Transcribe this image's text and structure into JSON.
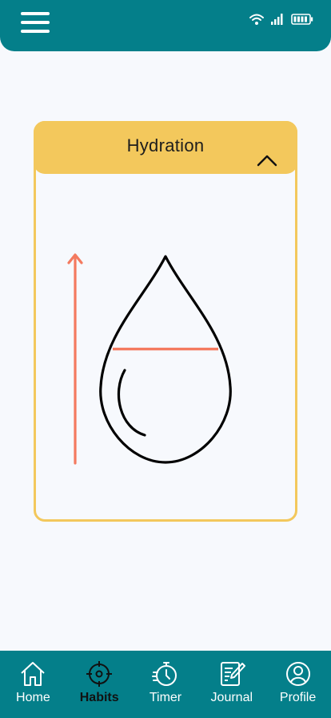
{
  "header": {
    "menu_icon": "hamburger-menu-icon",
    "status_icons": [
      "wifi-icon",
      "signal-icon",
      "battery-icon"
    ]
  },
  "card": {
    "title": "Hydration",
    "toggle_icon": "chevron-up-icon",
    "fill_level": 0.55
  },
  "colors": {
    "primary": "#047f8a",
    "card_accent": "#f3c85c",
    "level_indicator": "#f47a5f",
    "background": "#f7f9fd"
  },
  "nav": {
    "items": [
      {
        "label": "Home",
        "icon": "home-icon",
        "active": false
      },
      {
        "label": "Habits",
        "icon": "target-icon",
        "active": true
      },
      {
        "label": "Timer",
        "icon": "stopwatch-icon",
        "active": false
      },
      {
        "label": "Journal",
        "icon": "journal-icon",
        "active": false
      },
      {
        "label": "Profile",
        "icon": "profile-icon",
        "active": false
      }
    ]
  }
}
